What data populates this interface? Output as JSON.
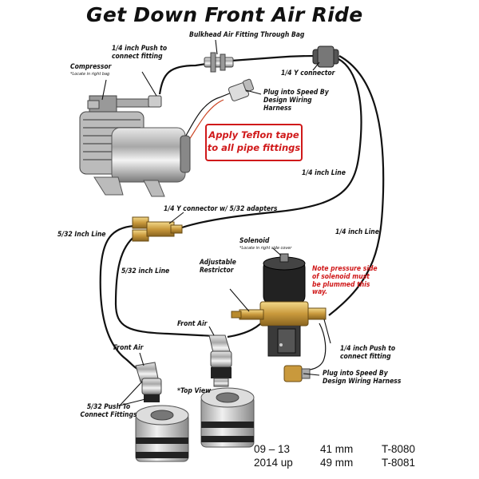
{
  "title": "Get Down Front Air Ride",
  "labels": {
    "bulkhead": "Bulkhead Air Fitting Through Bag",
    "push_connect_top": "1/4 inch Push to connect fitting",
    "compressor": "Compressor",
    "compressor_note": "*Locate in right bag",
    "y_connector_top": "1/4 Y connector",
    "plug_top": "Plug into Speed By Design Wiring Harness",
    "teflon": "Apply Teflon tape to all pipe fittings",
    "line_quarter_right": "1/4 inch Line",
    "y_connector_adapters": "1/4 Y connector w/ 5/32 adapters",
    "line_532_left": "5/32 Inch Line",
    "line_quarter_lower": "1/4 inch Line",
    "solenoid": "Solenoid",
    "solenoid_note": "*Locate in right side cover",
    "restrictor": "Adjustable Restrictor",
    "line_532_mid": "5/32 inch Line",
    "pressure_note": "Note pressure side of solenoid must be plummed this way.",
    "front_air_right": "Front Air",
    "front_air_left": "Front Air",
    "push_connect_bottom": "1/4 inch Push to connect fitting",
    "plug_bottom": "Plug into Speed By Design Wiring Harness",
    "top_view": "*Top View",
    "push_532": "5/32 Push To Connect Fittings"
  },
  "specs": [
    {
      "years": "09 – 13",
      "size": "41 mm",
      "part": "T-8080"
    },
    {
      "years": "2014 up",
      "size": "49 mm",
      "part": "T-8081"
    }
  ],
  "colors": {
    "accent": "#d0191a",
    "line": "#111111"
  }
}
